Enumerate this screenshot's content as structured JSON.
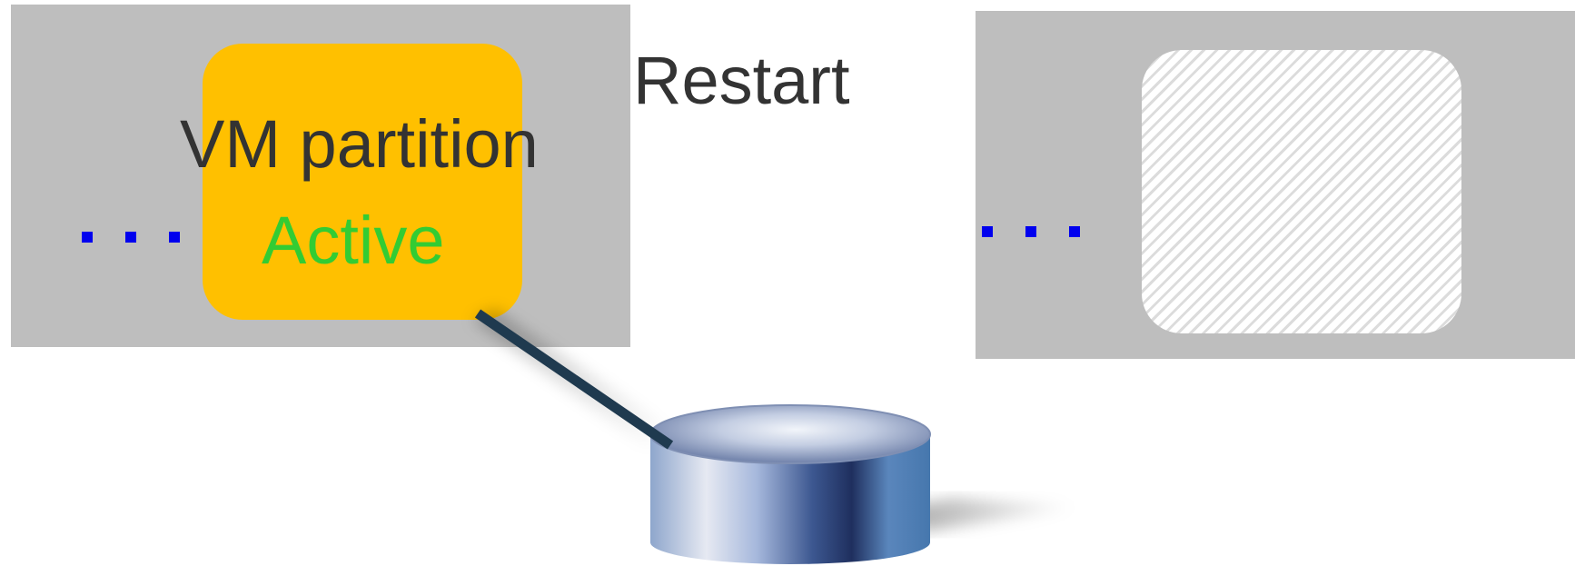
{
  "diagram": {
    "partition_title": "VM partition",
    "partition_status": "Active",
    "action_label": "Restart",
    "colors": {
      "host_box": "#bebebe",
      "partition_active": "#ffc000",
      "status_text": "#33cc33",
      "label_text": "#333333",
      "ellipsis": "#0000ee",
      "link_line": "#1f3a4f"
    },
    "icons": [
      "storage-disk-icon",
      "ellipsis-icon"
    ]
  }
}
